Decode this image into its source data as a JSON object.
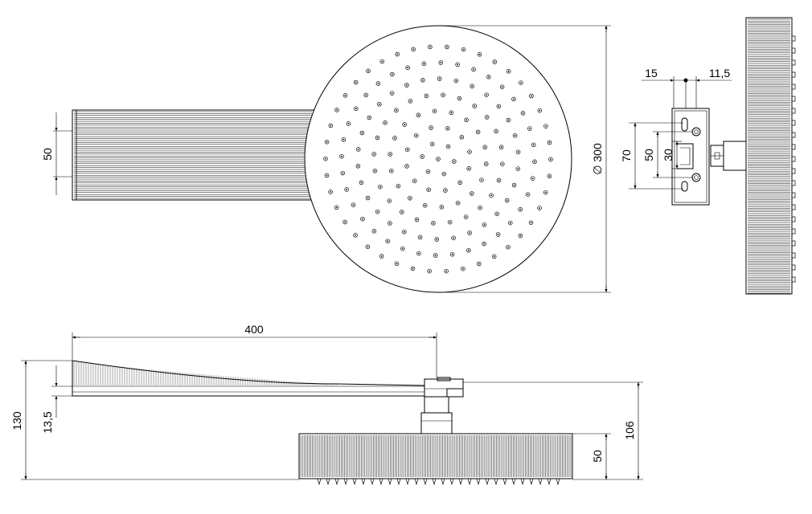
{
  "dimensions": {
    "arm_width": "50",
    "head_diameter": "∅ 300",
    "bracket_dim_15": "15",
    "bracket_dim_11_5": "11,5",
    "bracket_height_70": "70",
    "bracket_slot_50": "50",
    "bracket_slot_30": "30",
    "arm_length": "400",
    "total_height": "130",
    "arm_tip_thickness": "13,5",
    "head_drop": "106",
    "head_thickness": "50"
  },
  "colors": {
    "line": "#000000",
    "background": "#ffffff"
  }
}
